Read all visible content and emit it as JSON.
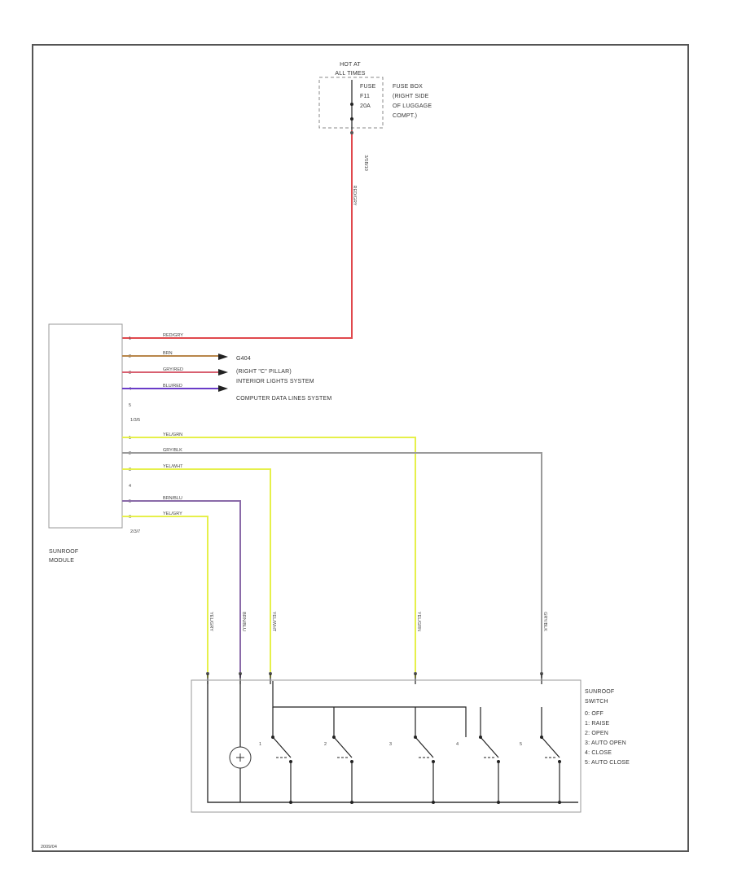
{
  "fuse_box": {
    "hot_at": "HOT AT",
    "all_times": "ALL TIMES",
    "fuse_label": "FUSE",
    "fuse_id": "F11",
    "amp": "20A",
    "box_line1": "FUSE BOX",
    "box_line2": "(RIGHT SIDE",
    "box_line3": "OF LUGGAGE",
    "box_line4": "COMPT.)",
    "connector": "3/SB/10",
    "wire_color": "RED/GRY"
  },
  "module": {
    "line1": "SUNROOF",
    "line2": "MODULE",
    "conn_upper": "1/3/5",
    "conn_lower": "2/3/7",
    "upper_pins": [
      {
        "pin": "1",
        "wire": "RED/GRY",
        "color": "#e0484d"
      },
      {
        "pin": "2",
        "wire": "BRN",
        "color": "#b8864a"
      },
      {
        "pin": "3",
        "wire": "GRY/RED",
        "color": "#d86070"
      },
      {
        "pin": "4",
        "wire": "BLU/RED",
        "color": "#6a3cc8"
      },
      {
        "pin": "5",
        "wire": "",
        "color": ""
      }
    ],
    "lower_pins": [
      {
        "pin": "1",
        "wire": "YEL/GRN",
        "color": "#e6f04a"
      },
      {
        "pin": "2",
        "wire": "GRY/BLK",
        "color": "#9a9a9a"
      },
      {
        "pin": "3",
        "wire": "YEL/WHT",
        "color": "#e6f04a"
      },
      {
        "pin": "4",
        "wire": "",
        "color": ""
      },
      {
        "pin": "5",
        "wire": "BRN/BLU",
        "color": "#8a6aa8"
      },
      {
        "pin": "6",
        "wire": "YEL/GRY",
        "color": "#e6f04a"
      }
    ]
  },
  "destinations": {
    "ground": "G404",
    "pillar_line1": "(RIGHT \"C\" PILLAR)",
    "interior": "INTERIOR LIGHTS SYSTEM",
    "data_lines": "COMPUTER DATA LINES SYSTEM"
  },
  "vertical_wires": [
    {
      "label": "YEL/GRY",
      "color": "#e6f04a"
    },
    {
      "label": "BRN/BLU",
      "color": "#8a6aa8"
    },
    {
      "label": "YEL/WHT",
      "color": "#e6f04a"
    },
    {
      "label": "YEL/GRN",
      "color": "#e6f04a"
    },
    {
      "label": "GRY/BLK",
      "color": "#9a9a9a"
    }
  ],
  "switch": {
    "title1": "SUNROOF",
    "title2": "SWITCH",
    "positions": [
      "0: OFF",
      "1: RAISE",
      "2: OPEN",
      "3: AUTO OPEN",
      "4: CLOSE",
      "5: AUTO CLOSE"
    ],
    "contact_numbers": [
      "1",
      "2",
      "3",
      "4",
      "5"
    ]
  },
  "footer": {
    "code": "2009/04"
  }
}
